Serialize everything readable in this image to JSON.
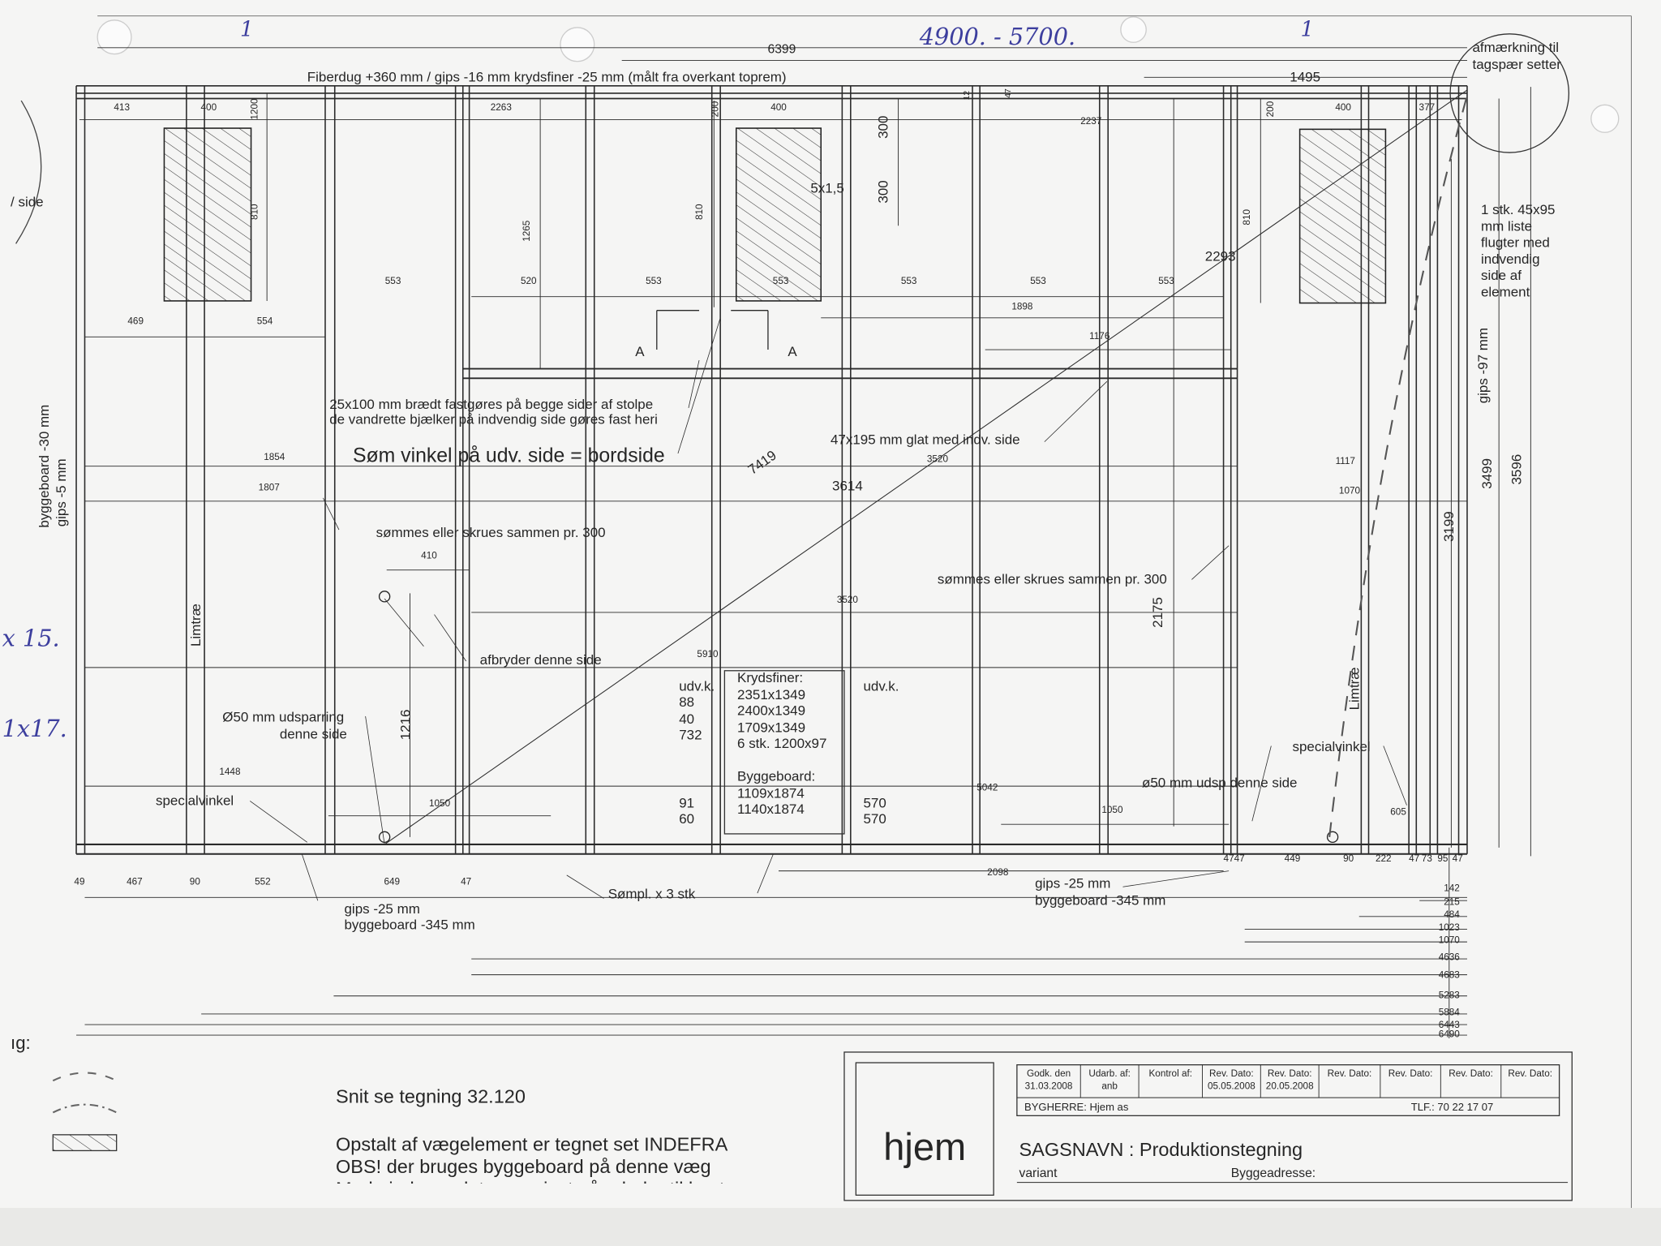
{
  "handwritten": {
    "mark_left": "1",
    "range": "4900. - 5700.",
    "mark_right": "1",
    "side_note_1": "x 15.",
    "side_note_2": "1x17."
  },
  "top": {
    "overall_width": "6399",
    "fiberdug_note": "Fiberdug +360 mm / gips -16 mm krydsfiner -25 mm (målt fra overkant toprem)",
    "dim_1495": "1495",
    "marking_line1": "afmærkning til",
    "marking_line2": "tagspær setter"
  },
  "left_margin": {
    "side": "/ side",
    "byggeboard": "byggeboard -30 mm",
    "gips": "gips -5 mm",
    "legend_label": "ıg:"
  },
  "dims": {
    "d413": "413",
    "d400a": "400",
    "d1200": "1200",
    "d2263": "2263",
    "d200a": "200",
    "d400b": "400",
    "d12": "12",
    "d47": "47",
    "d2237": "2237",
    "d200b": "200",
    "d400c": "400",
    "d377": "377",
    "d300a": "300",
    "d300b": "300",
    "d5x15": "5x1,5",
    "d810a": "810",
    "d810b": "810",
    "d1265": "1265",
    "d810c": "810",
    "d2293": "2293",
    "d553a": "553",
    "d520": "520",
    "d553b": "553",
    "d553c": "553",
    "d553d": "553",
    "d553e": "553",
    "d553f": "553",
    "d1898": "1898",
    "d469": "469",
    "d554": "554",
    "d1176": "1176",
    "secA1": "A",
    "secA2": "A",
    "d1854": "1854",
    "d1807": "1807",
    "d3520a": "3520",
    "d3614": "3614",
    "d7419": "7419",
    "d1117": "1117",
    "d1070": "1070",
    "d410": "410",
    "d3520b": "3520",
    "d5910": "5910",
    "d2175": "2175",
    "d1216": "1216",
    "d1448": "1448",
    "d5042": "5042",
    "d1050a": "1050",
    "d1050b": "1050",
    "d605": "605",
    "d3199": "3199",
    "d3499": "3499",
    "d3596": "3596",
    "gips97": "gips -97 mm",
    "limtrae1": "Limtræ",
    "limtrae2": "Limtræ"
  },
  "bottom_dims": [
    "49",
    "467",
    "90",
    "552",
    "649",
    "47",
    "2098",
    "4747",
    "449",
    "90",
    "222",
    "47",
    "73",
    "95",
    "47"
  ],
  "right_dims": [
    "142",
    "215",
    "484",
    "1023",
    "1070",
    "4636",
    "4683",
    "5283",
    "5884",
    "6443",
    "6490"
  ],
  "notes": {
    "board1": "25x100 mm brædt fastgøres på begge sider af stolpe",
    "board2": "de vandrette bjælker på indvendig side gøres fast heri",
    "som_vinkel": "Søm vinkel på udv. side = bordside",
    "glat": "47x195 mm glat med  indv. side",
    "sommes1": "sømmes eller skrues sammen pr. 300",
    "sommes2": "sømmes eller skrues sammen pr. 300",
    "afbryder": "afbryder denne side",
    "udsparring1": "Ø50 mm udsparring",
    "udsparring2": "denne side",
    "specialvinkel1": "specialvinkel",
    "specialvinkel2": "specialvinkel",
    "udsp_right": "ø50 mm udsp denne side",
    "gips_left": "gips -25 mm",
    "bygge_left": "byggeboard -345 mm",
    "sompl": "Sømpl. x 3 stk",
    "gips_right": "gips -25 mm",
    "bygge_right": "byggeboard -345 mm",
    "liste": [
      "1 stk. 45x95",
      "mm liste",
      "flugter med",
      "indvendig",
      "side af",
      "element"
    ]
  },
  "materials": {
    "left_label": "udv.k.",
    "left_values": [
      "88",
      "40",
      "732"
    ],
    "left_values2": [
      "91",
      "60"
    ],
    "box": [
      "Krydsfiner:",
      "2351x1349",
      "2400x1349",
      "1709x1349",
      "6 stk. 1200x97",
      "Byggeboard:",
      "1109x1874",
      "1140x1874"
    ],
    "right_label": "udv.k.",
    "right_values": [
      "570",
      "570"
    ]
  },
  "legend": {
    "snit": "Snit se tegning 32.120",
    "opstalt": "Opstalt af vægelement er tegnet set INDEFRA",
    "obs": "OBS! der bruges byggeboard på denne væg",
    "medmindre": "Medmindre andet er angivet går plader til kant"
  },
  "title_block": {
    "logo": "hjem",
    "cells": [
      [
        "Godk. den",
        "31.03.2008"
      ],
      [
        "Udarb. af:",
        "anb"
      ],
      [
        "Kontrol af:",
        ""
      ],
      [
        "Rev. Dato:",
        "05.05.2008"
      ],
      [
        "Rev. Dato:",
        "20.05.2008"
      ],
      [
        "Rev. Dato:",
        ""
      ],
      [
        "Rev. Dato:",
        ""
      ],
      [
        "Rev. Dato:",
        ""
      ],
      [
        "Rev. Dato:",
        ""
      ]
    ],
    "bygherre": "BYGHERRE: Hjem as",
    "tlf": "TLF.: 70 22 17 07",
    "sagsnavn": "SAGSNAVN : Produktionstegning",
    "variant": "variant",
    "byggeadresse": "Byggeadresse:"
  },
  "colors": {
    "paper": "#f5f5f4",
    "ink": "#262626",
    "handwriting": "#3d3f9e"
  }
}
